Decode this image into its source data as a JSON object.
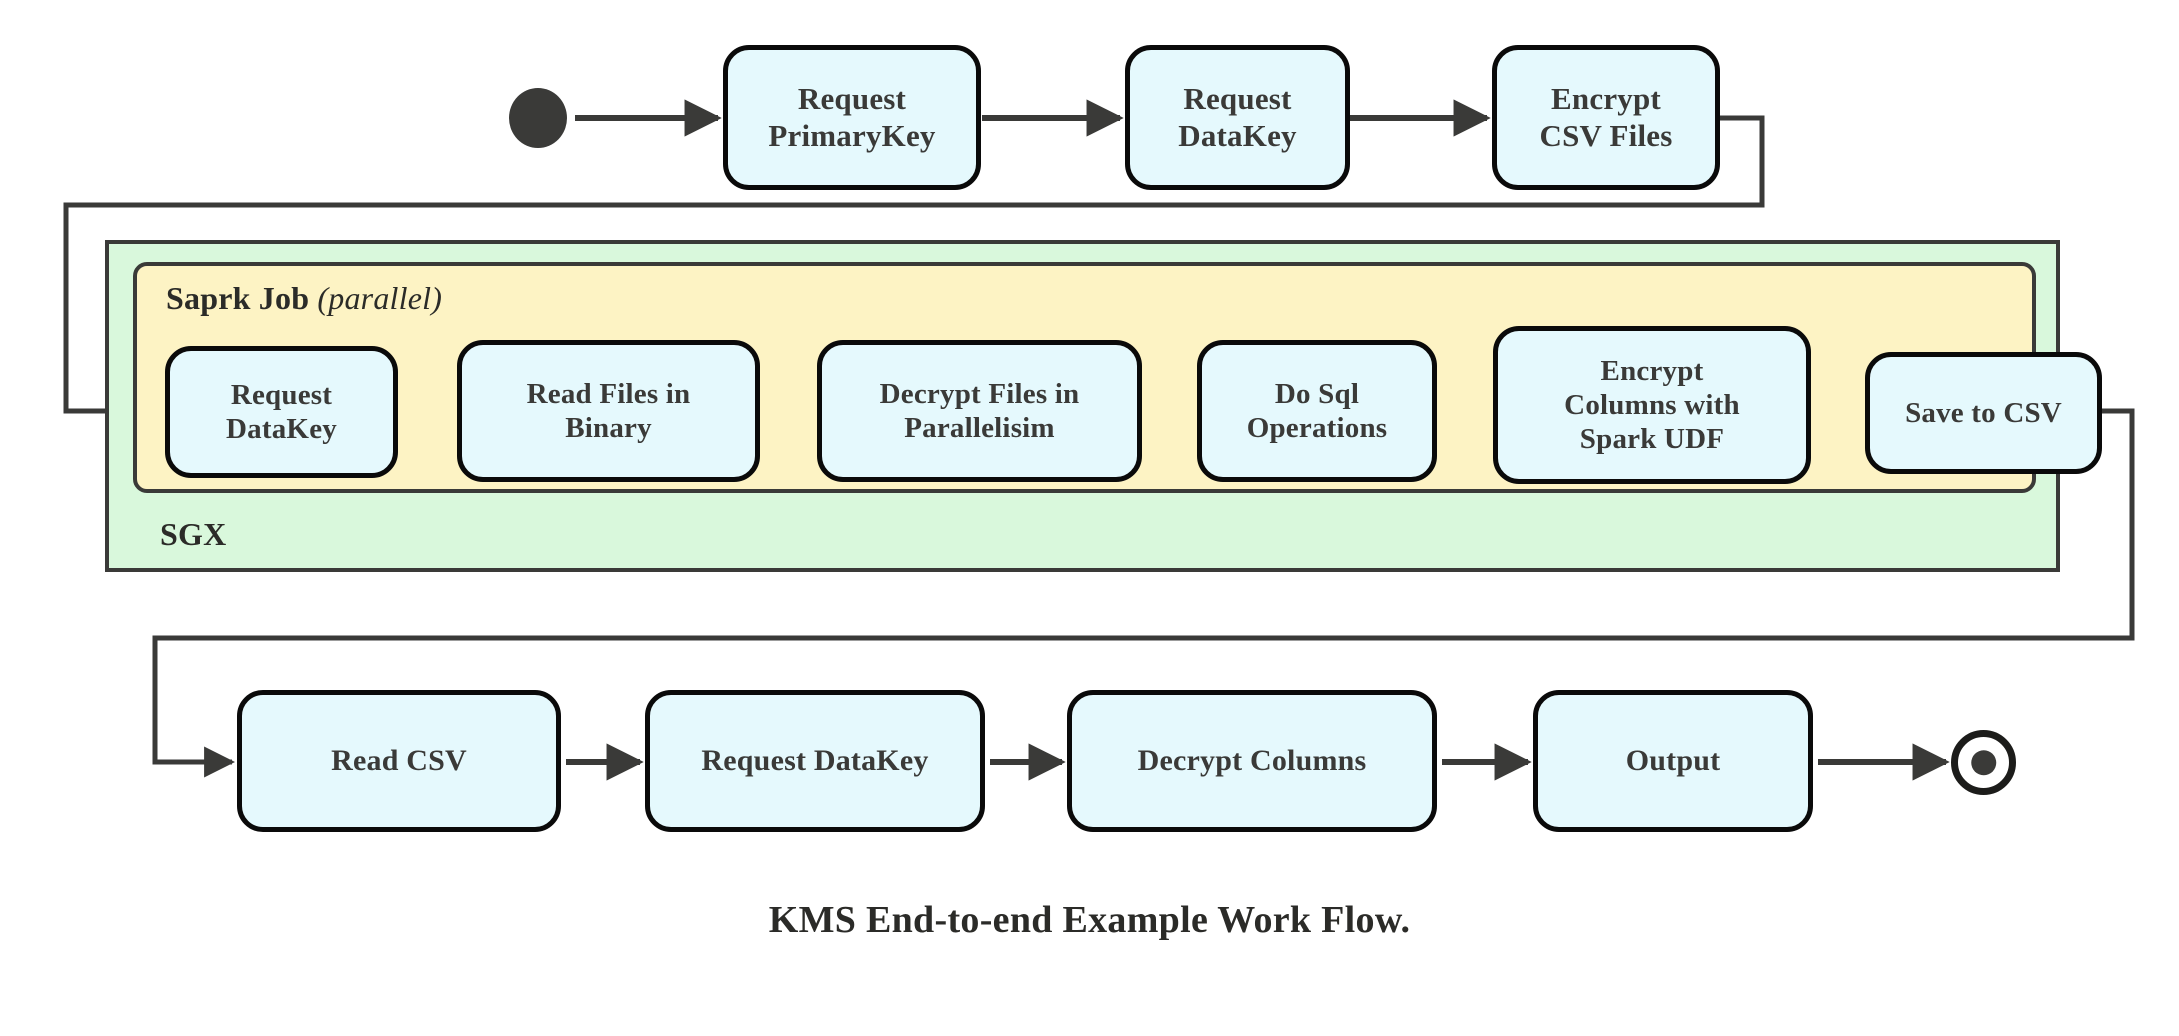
{
  "figure": {
    "caption": "KMS End-to-end Example Work Flow.",
    "colors": {
      "node_fill": "#e5f9fd",
      "node_stroke": "#0a0a0a",
      "sgx_fill": "#d9f8dc",
      "spark_fill": "#fdf3c4",
      "container_stroke": "#3a3a38",
      "connector": "#3a3a38",
      "text": "#3a3a38",
      "page_background": "#ffffff"
    }
  },
  "markers": {
    "start": {
      "name": "initial-state",
      "label": ""
    },
    "end": {
      "name": "final-state",
      "label": ""
    }
  },
  "containers": [
    {
      "id": "sgx",
      "label": "SGX",
      "label_position": "bottom-left",
      "fill": "#d9f8dc"
    },
    {
      "id": "spark",
      "label": "Saprk Job",
      "label_suffix": "(parallel)",
      "label_position": "top-left",
      "fill": "#fdf3c4"
    }
  ],
  "rows": {
    "top": {
      "name": "preparation-row",
      "nodes": [
        {
          "id": "request-primarykey",
          "lines": [
            "Request",
            "PrimaryKey"
          ]
        },
        {
          "id": "request-datakey-top",
          "lines": [
            "Request",
            "DataKey"
          ]
        },
        {
          "id": "encrypt-csv-files",
          "lines": [
            "Encrypt",
            "CSV Files"
          ]
        }
      ]
    },
    "middle": {
      "name": "spark-job-row",
      "nodes": [
        {
          "id": "request-datakey-spark",
          "lines": [
            "Request",
            "DataKey"
          ]
        },
        {
          "id": "read-files-in-binary",
          "lines": [
            "Read Files in",
            "Binary"
          ]
        },
        {
          "id": "decrypt-files-in-parallelisim",
          "lines": [
            "Decrypt Files in",
            "Parallelisim"
          ]
        },
        {
          "id": "do-sql-operations",
          "lines": [
            "Do Sql",
            "Operations"
          ]
        },
        {
          "id": "encrypt-columns-with-spark-udf",
          "lines": [
            "Encrypt",
            "Columns with",
            "Spark UDF"
          ]
        },
        {
          "id": "save-to-csv",
          "lines": [
            "Save to CSV"
          ]
        }
      ]
    },
    "bottom": {
      "name": "consumption-row",
      "nodes": [
        {
          "id": "read-csv",
          "lines": [
            "Read CSV"
          ]
        },
        {
          "id": "request-datakey-bottom",
          "lines": [
            "Request DataKey"
          ]
        },
        {
          "id": "decrypt-columns",
          "lines": [
            "Decrypt Columns"
          ]
        },
        {
          "id": "output",
          "lines": [
            "Output"
          ]
        }
      ]
    }
  },
  "flow_sequence": [
    "start",
    "Request PrimaryKey",
    "Request DataKey",
    "Encrypt CSV Files",
    "Request DataKey",
    "Read Files in Binary",
    "Decrypt Files in Parallelisim",
    "Do Sql Operations",
    "Encrypt Columns with Spark UDF",
    "Save to CSV",
    "Read CSV",
    "Request DataKey",
    "Decrypt Columns",
    "Output",
    "end"
  ]
}
